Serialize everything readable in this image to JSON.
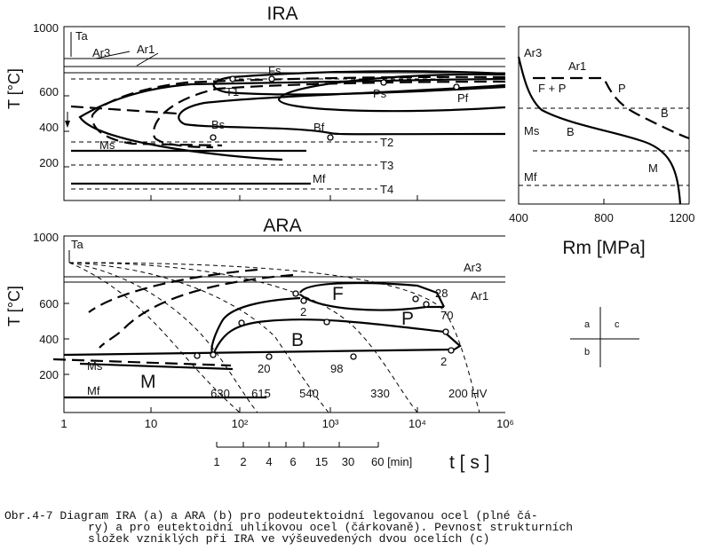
{
  "panel_a": {
    "title": "IRA",
    "ylabel": "T [°C]",
    "yticks": [
      "1000",
      "600",
      "400",
      "200"
    ],
    "labels": {
      "ta": "Ta",
      "ar3": "Ar3",
      "ar1": "Ar1",
      "fs": "Fs",
      "t1": "T1",
      "ps": "Ps",
      "pf": "Pf",
      "bs": "Bs",
      "bf": "Bf",
      "ms": "Ms",
      "mf": "Mf",
      "t2": "T2",
      "t3": "T3",
      "t4": "T4"
    }
  },
  "panel_b": {
    "title": "ARA",
    "ylabel": "T [°C]",
    "yticks": [
      "1000",
      "600",
      "400",
      "200"
    ],
    "labels": {
      "ta": "Ta",
      "ar3": "Ar3",
      "ar1": "Ar1",
      "f": "F",
      "p": "P",
      "b": "B",
      "m": "M",
      "ms": "Ms",
      "mf": "Mf",
      "n2a": "2",
      "n28": "28",
      "n70": "70",
      "n20": "20",
      "n98": "98",
      "n2b": "2"
    },
    "hardness": [
      "630",
      "615",
      "540",
      "330",
      "200 HV"
    ],
    "log_ticks": [
      "1",
      "10",
      "10²",
      "10³",
      "10⁴",
      "10⁶"
    ],
    "minute_ticks": [
      "1",
      "2",
      "4",
      "6",
      "15",
      "30",
      "60 [min]"
    ],
    "xlabel": "t [ s ]"
  },
  "panel_c": {
    "labels": {
      "ar3": "Ar3",
      "ar1": "Ar1",
      "fp": "F + P",
      "p": "P",
      "ms": "Ms",
      "b1": "B",
      "b2": "B",
      "mf": "Mf",
      "m": "M"
    },
    "xticks": [
      "400",
      "800",
      "1200"
    ],
    "xlabel": "Rm [MPa]"
  },
  "key": {
    "a": "a",
    "b": "b",
    "c": "c"
  },
  "caption": {
    "line1": "Obr.4-7  Diagram IRA (a) a ARA (b) pro podeutektoidní legovanou ocel (plné čá-",
    "line2": "ry) a pro eutektoidní uhlíkovou ocel (čárkovaně). Pevnost strukturních",
    "line3": "složek vzniklých při IRA ve výšeuvedených dvou ocelích (c)"
  }
}
